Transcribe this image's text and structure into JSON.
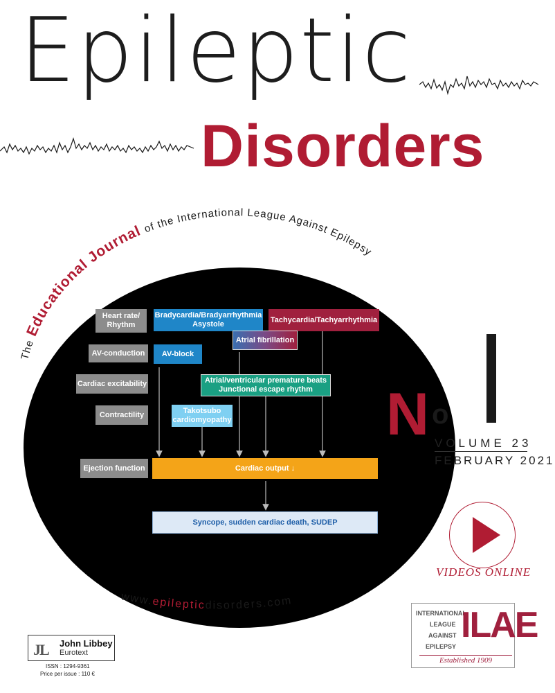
{
  "masthead": {
    "title_main": "Epileptic",
    "title_sub": "Disorders"
  },
  "arc_text": {
    "prefix": "The",
    "highlight": "Educational Journal",
    "suffix": "of the International League Against Epilepsy"
  },
  "diagram": {
    "row_labels": {
      "heart_rate": [
        "Heart rate/",
        "Rhythm"
      ],
      "av_conduction": "AV-conduction",
      "excitability": "Cardiac excitability",
      "contractility": "Contractility",
      "ejection": "Ejection function"
    },
    "nodes": {
      "brady": [
        "Bradycardia/Bradyarrhythmia",
        "Asystole"
      ],
      "tachy": "Tachycardia/Tachyarrhythmia",
      "afib": "Atrial fibrillation",
      "avblock": "AV-block",
      "premature": [
        "Atrial/ventricular premature beats",
        "Junctional escape rhythm"
      ],
      "takotsubo": [
        "Takotsubo",
        "cardiomyopathy"
      ],
      "output": "Cardiac output ↓",
      "outcome": "Syncope, sudden cardiac death, SUDEP"
    }
  },
  "issue": {
    "label_n": "N",
    "label_o": "o",
    "volume": "VOLUME 23",
    "date": "FEBRUARY 2021"
  },
  "video": {
    "label": "VIDEOS ONLINE"
  },
  "website": {
    "prefix": "www.",
    "highlight": "epileptic",
    "suffix": "disorders.com"
  },
  "publisher": {
    "mark": "JL",
    "name": "John Libbey",
    "sub": "Eurotext",
    "issn": "ISSN : 1294-9361",
    "price": "Price per issue : 110 €"
  },
  "ilae": {
    "lines": [
      "INTERNATIONAL",
      "LEAGUE",
      "AGAINST",
      "EPILEPSY"
    ],
    "letters": "ILAE",
    "established": "Established 1909"
  },
  "colors": {
    "brand_red": "#b01c33",
    "circle": "#000000",
    "orange": "#f4a418"
  }
}
